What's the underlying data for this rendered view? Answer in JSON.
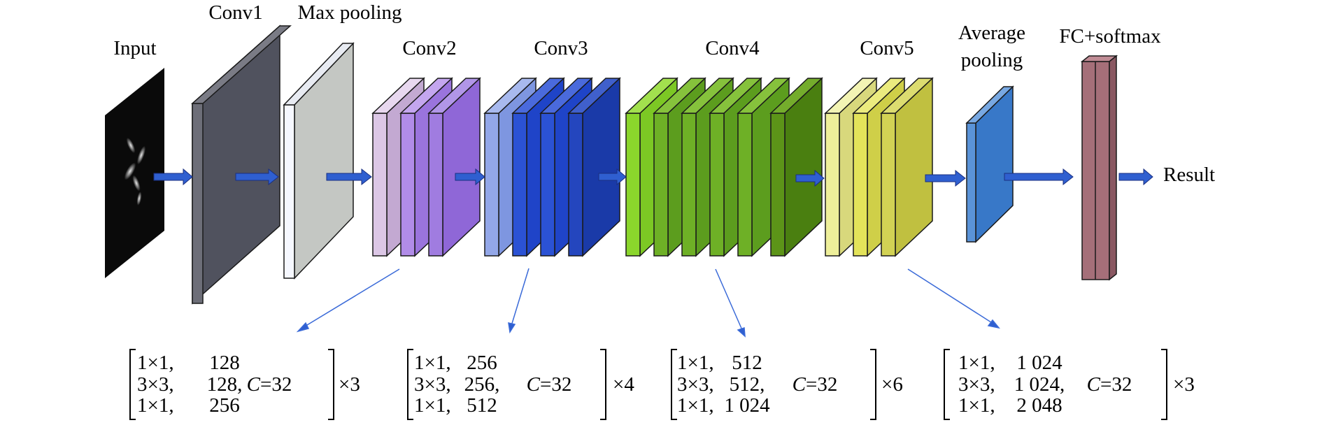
{
  "labels": {
    "input": "Input",
    "conv1": "Conv1",
    "max_pooling": "Max pooling",
    "conv2": "Conv2",
    "conv3": "Conv3",
    "conv4": "Conv4",
    "conv5": "Conv5",
    "average_pooling_line1": "Average",
    "average_pooling_line2": "pooling",
    "fc_softmax": "FC+softmax",
    "result": "Result"
  },
  "blocks": [
    {
      "name": "conv2",
      "rows": [
        [
          "1×1,",
          "128"
        ],
        [
          "3×3,",
          "128,"
        ],
        [
          "1×1,",
          "256"
        ]
      ],
      "c_var": "C",
      "c_eq": "=32",
      "repeat": "×3"
    },
    {
      "name": "conv3",
      "rows": [
        [
          "1×1,",
          "256"
        ],
        [
          "3×3,",
          "256,"
        ],
        [
          "1×1,",
          "512"
        ]
      ],
      "c_var": "C",
      "c_eq": "=32",
      "repeat": "×4"
    },
    {
      "name": "conv4",
      "rows": [
        [
          "1×1,",
          "512"
        ],
        [
          "3×3,",
          "512,"
        ],
        [
          "1×1,",
          "1 024"
        ]
      ],
      "c_var": "C",
      "c_eq": "=32",
      "repeat": "×6"
    },
    {
      "name": "conv5",
      "rows": [
        [
          "1×1,",
          "1 024"
        ],
        [
          "3×3,",
          "1 024,"
        ],
        [
          "1×1,",
          "2 048"
        ]
      ],
      "c_var": "C",
      "c_eq": "=32",
      "repeat": "×3"
    }
  ],
  "colors": {
    "arrow": "#2f5fd0",
    "conv1": "#50525e",
    "max_pooling": "#c4c7c3",
    "conv2": [
      "#dcc7e6",
      "#b18ce8",
      "#8f67d7"
    ],
    "conv3": [
      "#93a7e8",
      "#1f44c8",
      "#1f44c8",
      "#1a3aa8"
    ],
    "conv4": [
      "#8bd62c",
      "#5c9d1e",
      "#5c9d1e",
      "#5c9d1e",
      "#5c9d1e",
      "#4a7f10"
    ],
    "conv5": [
      "#eeef9a",
      "#e3e35a",
      "#c0c040"
    ],
    "average_pooling": "#3878c8",
    "fc": "#a56f79"
  }
}
